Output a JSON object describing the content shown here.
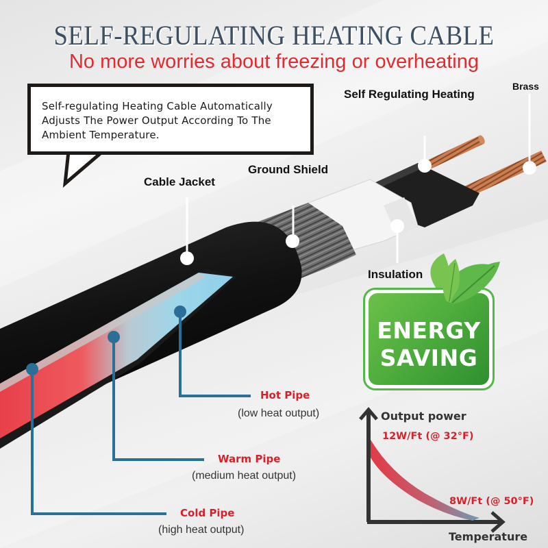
{
  "header": {
    "title": "SELF-REGULATING HEATING CABLE",
    "subtitle": "No more worries about freezing or overheating"
  },
  "callout": {
    "text_lines": [
      "Self-regulating Heating Cable Automatically",
      "Adjusts The Power Output According To The",
      "Ambient Temperature."
    ]
  },
  "cable_layers": [
    {
      "id": "brass",
      "label": "Brass"
    },
    {
      "id": "self-regulating-heating",
      "label": "Self Regulating Heating"
    },
    {
      "id": "ground-shield",
      "label": "Ground Shield"
    },
    {
      "id": "cable-jacket",
      "label": "Cable Jacket"
    },
    {
      "id": "insulation",
      "label": "Insulation"
    }
  ],
  "pipes": [
    {
      "id": "hot",
      "title": "Hot Pipe",
      "subtitle": "(low heat output)"
    },
    {
      "id": "warm",
      "title": "Warm Pipe",
      "subtitle": "(medium heat output)"
    },
    {
      "id": "cold",
      "title": "Cold Pipe",
      "subtitle": "(high heat output)"
    }
  ],
  "badge": {
    "line1": "ENERGY",
    "line2": "SAVING"
  },
  "power_chart": {
    "y_axis_label": "Output power",
    "x_axis_label": "Temperature",
    "high_label": "12W/Ft (@ 32°F)",
    "low_label": "8W/Ft (@ 50°F)"
  },
  "colors": {
    "title": "#3c4f63",
    "subtitle_red": "#e32a2f",
    "pipe_label_red": "#d8202a",
    "leader_blue": "#2a6f96",
    "badge_green": "#4fae3d",
    "jacket_black": "#1b1b1b",
    "copper": "#c7784a"
  }
}
